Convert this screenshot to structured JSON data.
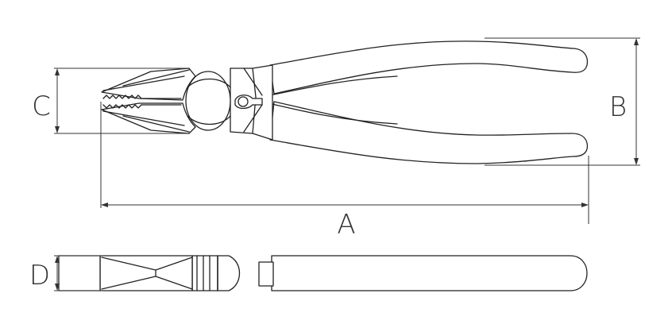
{
  "dimensions": {
    "length": "A",
    "handle_span": "B",
    "jaw_height": "C",
    "thickness": "D"
  },
  "colors": {
    "line": "#222222",
    "background": "#ffffff"
  }
}
